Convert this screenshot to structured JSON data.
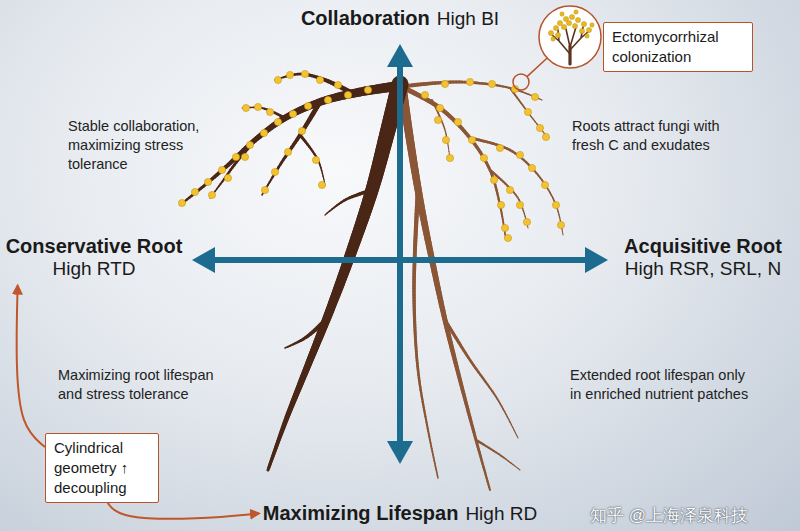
{
  "diagram": {
    "nodes": [
      {
        "text": [
          "Collaboration",
          "High BI"
        ]
      },
      {
        "text": [
          "Ectomycorrhizal colonization"
        ]
      },
      {
        "text": [
          "Conservative Root",
          "High RTD"
        ]
      },
      {
        "text": [
          "Acquisitive Root",
          "High RSR, SRL, N"
        ]
      },
      {
        "text": [
          "Cylindrical geometry ↑ decoupling"
        ]
      },
      {
        "text": [
          "Maximizing Lifespan",
          "High RD"
        ]
      }
    ],
    "edges": [
      {
        "from": 4,
        "to": 2,
        "arrow": "to"
      },
      {
        "from": 4,
        "to": 5,
        "arrow": "to"
      }
    ],
    "labels": [
      "Stable collaboration, maximizing stress tolerance",
      "Roots attract fungi with fresh C and exudates",
      "Maximizing root lifespan and stress tolerance",
      "Extended root lifespan only in enriched nutrient patches",
      "知乎 @上海泽泉科技"
    ]
  }
}
